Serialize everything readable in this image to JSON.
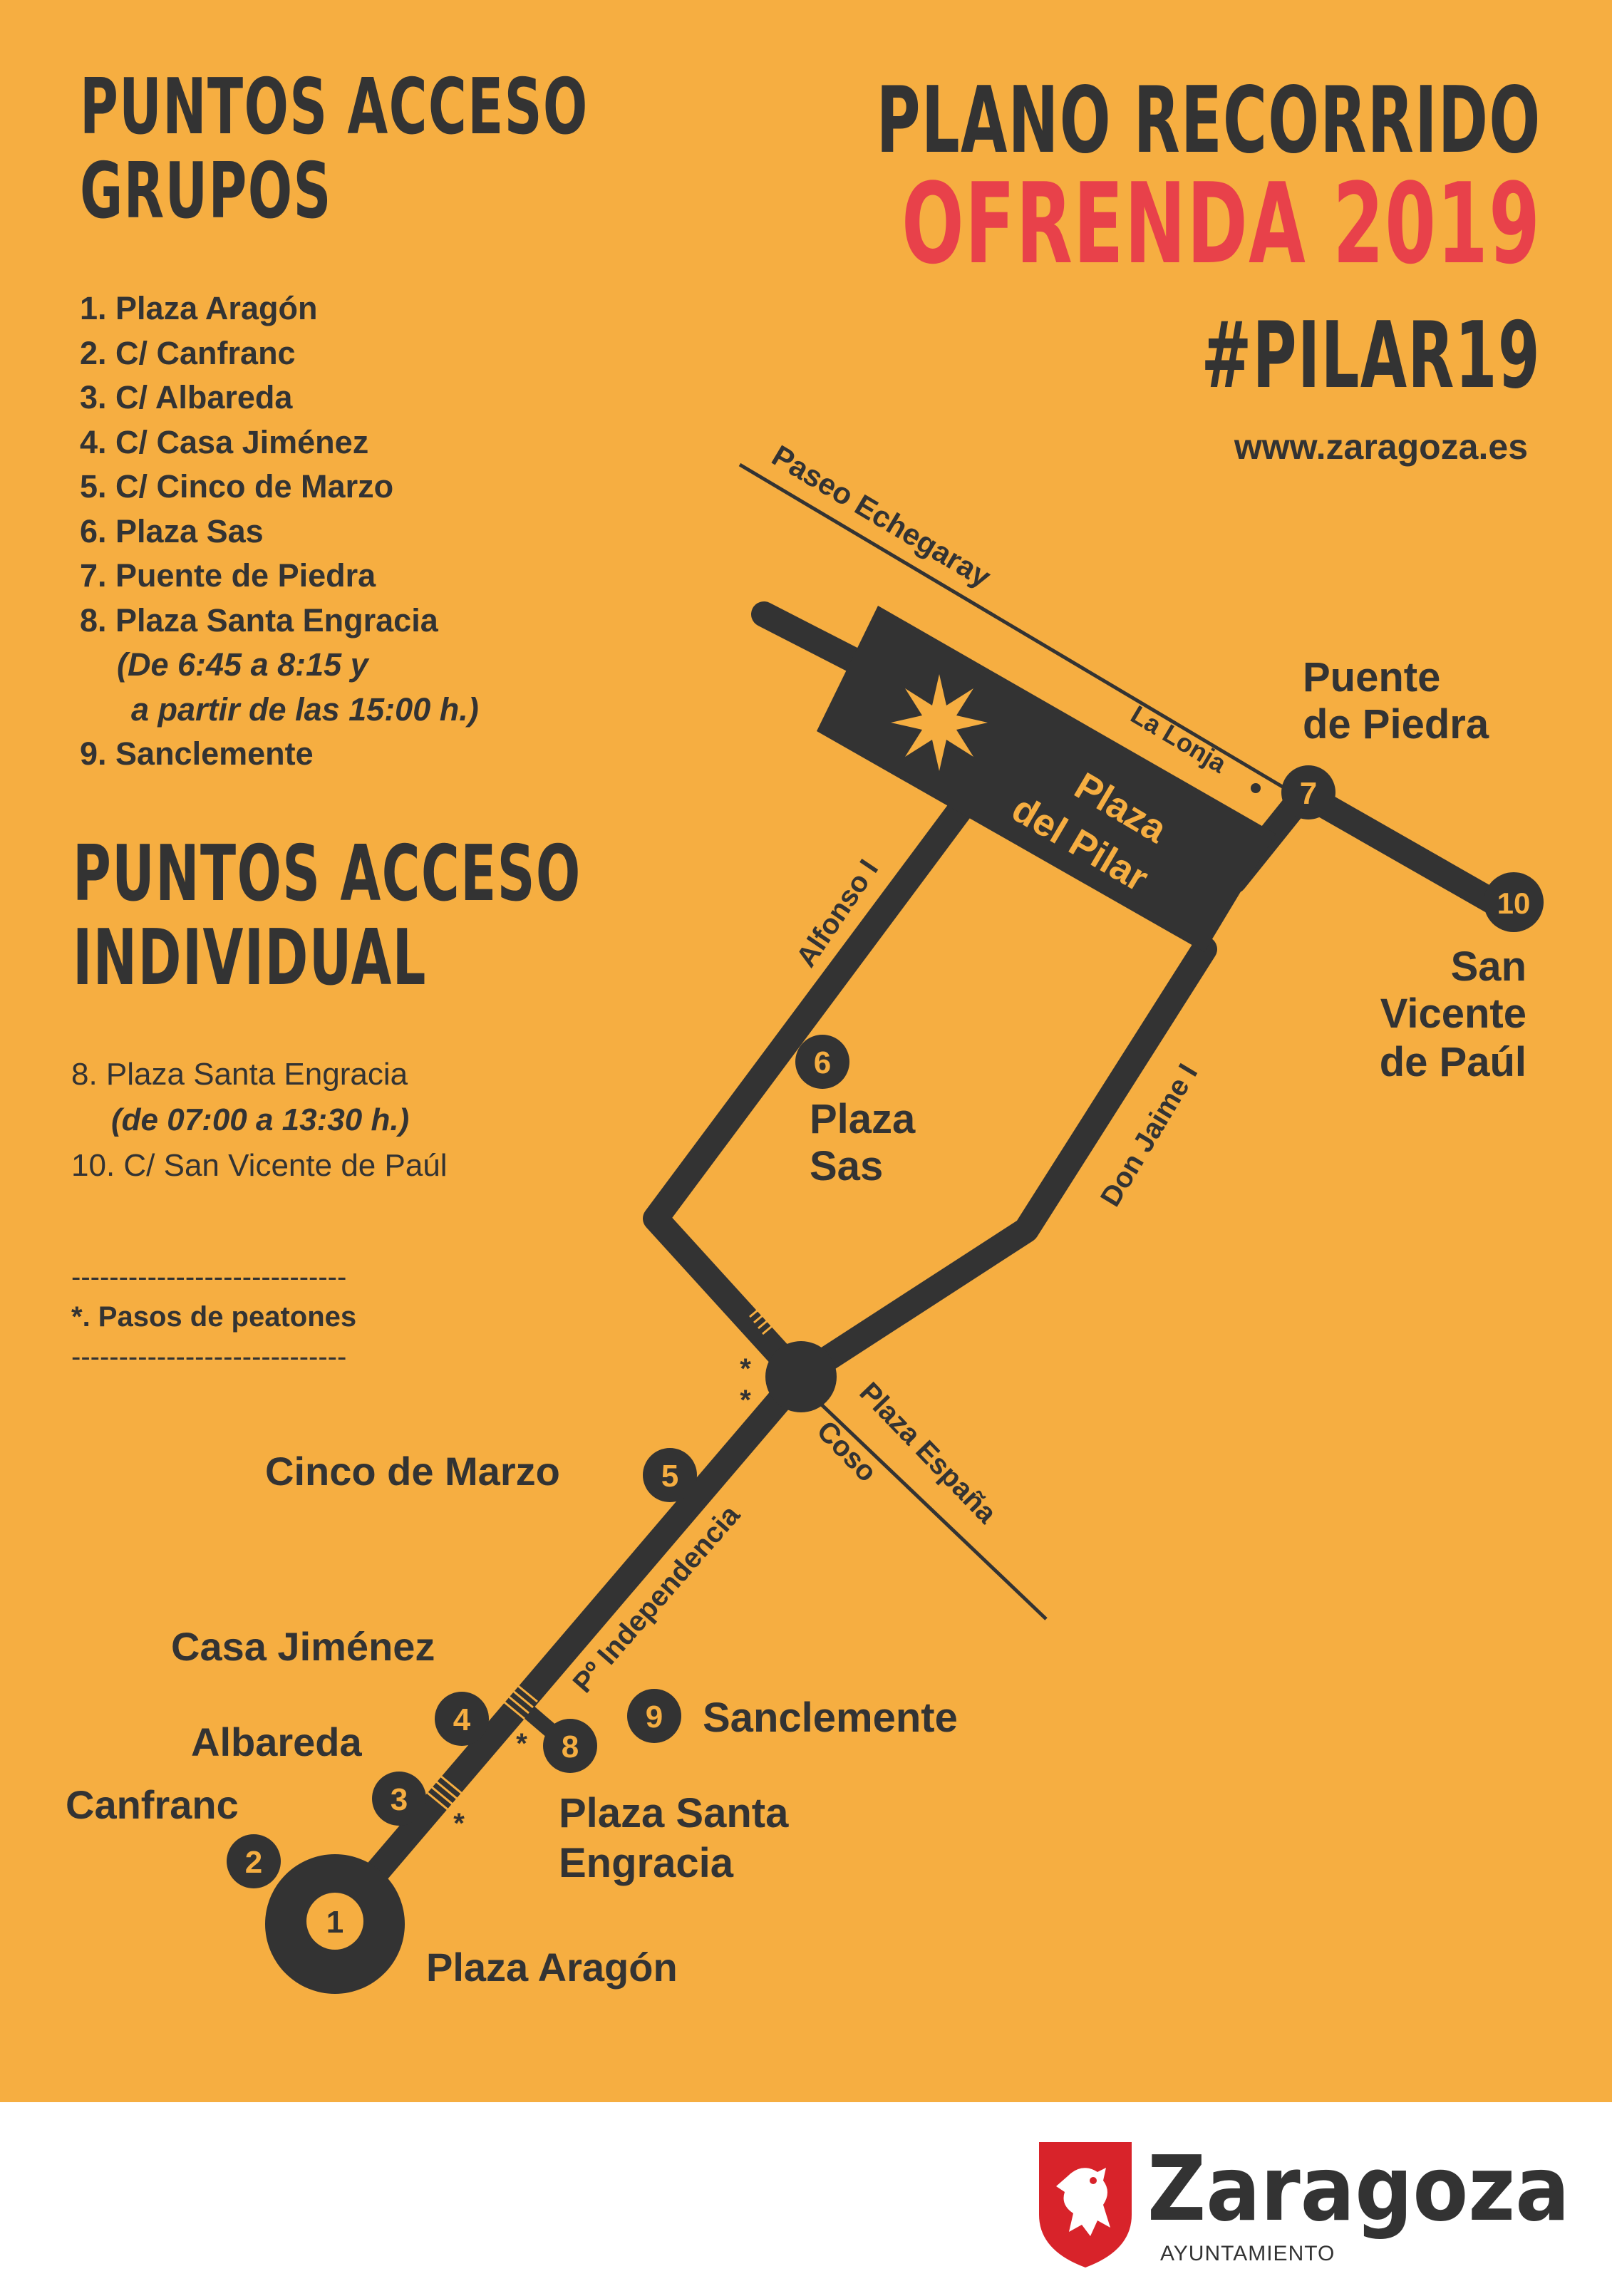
{
  "colors": {
    "background": "#f6ae41",
    "ink": "#333333",
    "accent": "#e8414a",
    "white": "#ffffff",
    "logo_red": "#d8232a"
  },
  "groups": {
    "heading_line1": "PUNTOS ACCESO",
    "heading_line2": "GRUPOS",
    "items": [
      "1. Plaza Aragón",
      "2. C/ Canfranc",
      "3. C/ Albareda",
      "4. C/ Casa Jiménez",
      "5. C/ Cinco de Marzo",
      "6. Plaza Sas",
      "7. Puente de Piedra",
      "8. Plaza Santa Engracia"
    ],
    "note_line1": "(De 6:45 a 8:15 y",
    "note_line2": "a partir de las 15:00 h.)",
    "item9": "9. Sanclemente"
  },
  "individual": {
    "heading_line1": "PUNTOS ACCESO",
    "heading_line2": "INDIVIDUAL",
    "item8": "8. Plaza Santa Engracia",
    "note": "(de 07:00 a 13:30 h.)",
    "item10": "10. C/ San Vicente de Paúl"
  },
  "legend": {
    "dashes": "-----------------------------",
    "text": "*. Pasos de peatones"
  },
  "title": {
    "line1": "PLANO RECORRIDO",
    "line2": "OFRENDA 2019",
    "hashtag": "#PILAR19",
    "url": "www.zaragoza.es"
  },
  "map": {
    "streets": {
      "paseo_echegaray": "Paseo Echegaray",
      "la_lonja": "La Lonja",
      "alfonso": "Alfonso I",
      "don_jaime": "Don Jaime I",
      "plaza_espana": "Plaza España",
      "coso": "Coso",
      "independencia": "Pº Independencia"
    },
    "plaza_pilar_line1": "Plaza",
    "plaza_pilar_line2": "del Pilar",
    "crossing_mark": "*",
    "points": {
      "p1": {
        "number": "1",
        "label": "Plaza Aragón"
      },
      "p2": {
        "number": "2",
        "label": "Canfranc"
      },
      "p3": {
        "number": "3",
        "label": "Albareda"
      },
      "p4": {
        "number": "4",
        "label": "Casa Jiménez"
      },
      "p5": {
        "number": "5",
        "label": "Cinco de Marzo"
      },
      "p6": {
        "number": "6",
        "label_line1": "Plaza",
        "label_line2": "Sas"
      },
      "p7": {
        "number": "7",
        "label_line1": "Puente",
        "label_line2": "de Piedra"
      },
      "p8": {
        "number": "8",
        "label_line1": "Plaza Santa",
        "label_line2": "Engracia"
      },
      "p9": {
        "number": "9",
        "label": "Sanclemente"
      },
      "p10": {
        "number": "10",
        "label_line1": "San",
        "label_line2": "Vicente",
        "label_line3": "de Paúl"
      }
    }
  },
  "logo": {
    "name": "Zaragoza",
    "subtitle": "AYUNTAMIENTO",
    "icon": "lion-shield-icon"
  }
}
